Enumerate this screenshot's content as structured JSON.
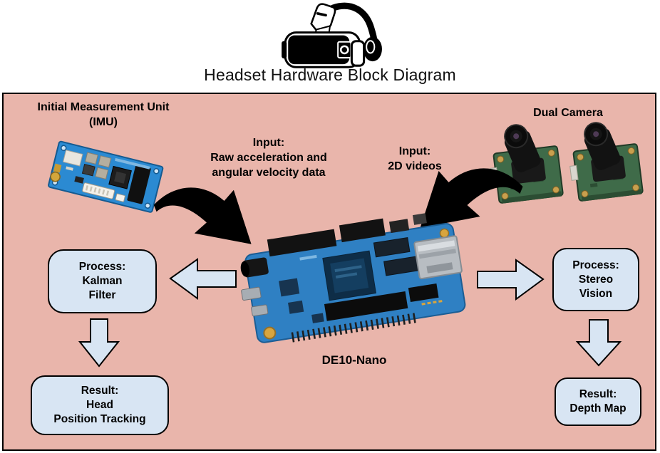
{
  "title": "Headset Hardware Block Diagram",
  "colors": {
    "panel_bg": "#e9b5ab",
    "box_fill": "#d8e5f3",
    "box_border": "#000000",
    "flow_arrow_fill": "#d8e5f3",
    "curved_arrow_fill": "#000000"
  },
  "images": {
    "headset": "vr-headset-icon",
    "imu": "imu-board-image",
    "cameras": "dual-camera-image",
    "board": "de10-nano-board-image"
  },
  "nodes": {
    "imu": {
      "lines": [
        "Initial Measurement Unit",
        "(IMU)"
      ]
    },
    "dual_camera": {
      "lines": [
        "Dual Camera"
      ]
    },
    "input_imu": {
      "lines": [
        "Input:",
        "Raw acceleration and",
        "angular velocity data"
      ]
    },
    "input_camera": {
      "lines": [
        "Input:",
        "2D videos"
      ]
    },
    "board": {
      "label": "DE10-Nano"
    },
    "process_kalman": {
      "lines": [
        "Process:",
        "Kalman",
        "Filter"
      ]
    },
    "process_stereo": {
      "lines": [
        "Process:",
        "Stereo",
        "Vision"
      ]
    },
    "result_tracking": {
      "lines": [
        "Result:",
        "Head",
        "Position Tracking"
      ]
    },
    "result_depth": {
      "lines": [
        "Result:",
        "Depth Map"
      ]
    }
  }
}
